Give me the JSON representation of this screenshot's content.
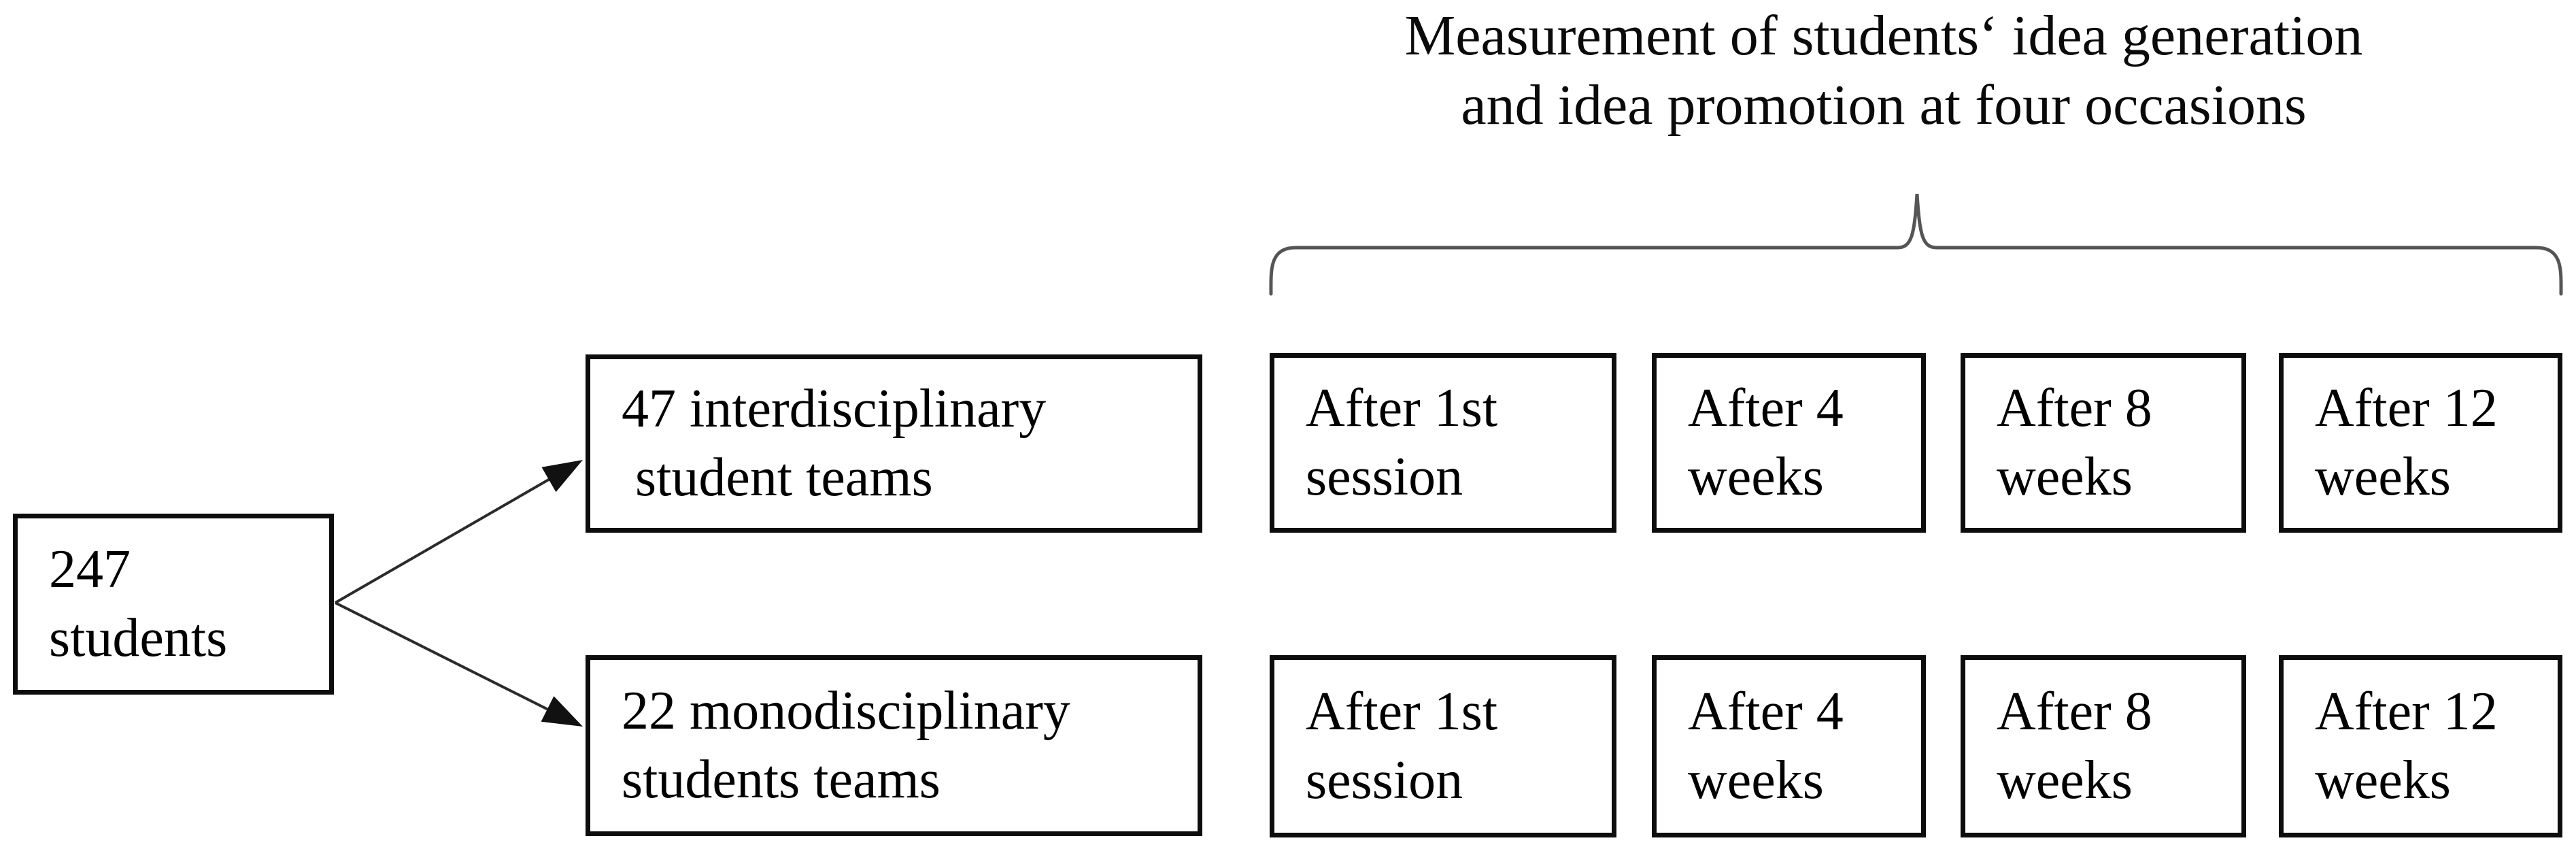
{
  "title": {
    "line1": "Measurement of students‘ idea generation",
    "line2": "and idea promotion at four occasions"
  },
  "population_box": {
    "line1": "247",
    "line2": "students"
  },
  "group_boxes": [
    {
      "line1": "47 interdisciplinary",
      "line2": " student teams"
    },
    {
      "line1": "22 monodisciplinary",
      "line2": "students teams"
    }
  ],
  "measurement_rows": [
    [
      {
        "line1": "After 1st",
        "line2": "session"
      },
      {
        "line1": "After 4",
        "line2": "weeks"
      },
      {
        "line1": "After 8",
        "line2": "weeks"
      },
      {
        "line1": "After 12",
        "line2": "weeks"
      }
    ],
    [
      {
        "line1": "After 1st",
        "line2": "session"
      },
      {
        "line1": "After 4",
        "line2": "weeks"
      },
      {
        "line1": "After 8",
        "line2": "weeks"
      },
      {
        "line1": "After 12",
        "line2": "weeks"
      }
    ]
  ],
  "colors": {
    "background": "#ffffff",
    "text": "#000000",
    "box_border": "#0d0d0d",
    "arrow": "#2b2b2b",
    "brace": "#555555"
  }
}
